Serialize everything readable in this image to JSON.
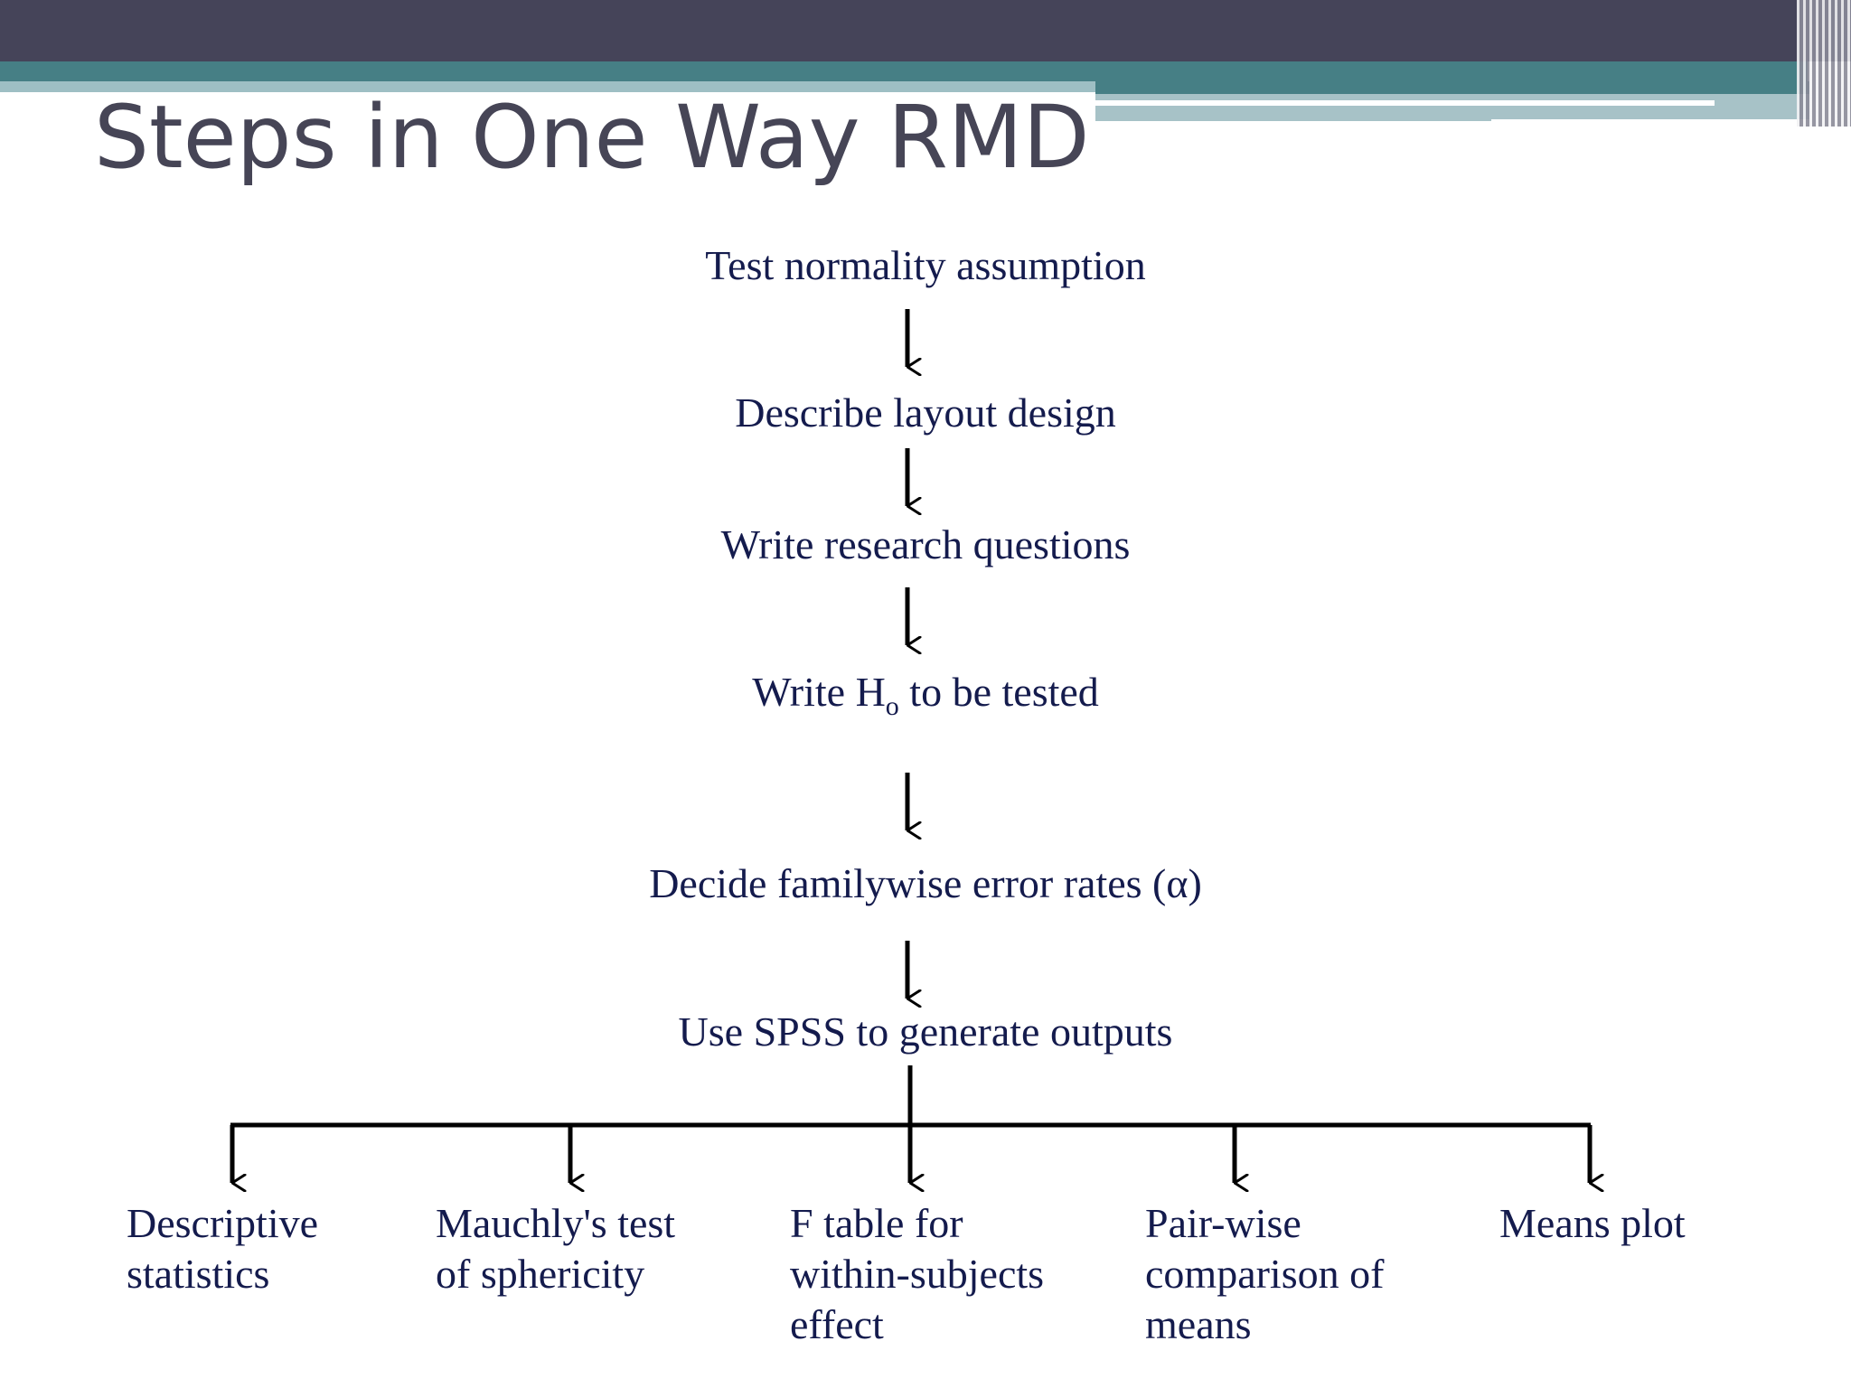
{
  "slide": {
    "title": "Steps in One Way RMD"
  },
  "flowchart": {
    "steps": [
      {
        "label": "Test normality assumption"
      },
      {
        "label": "Describe layout design"
      },
      {
        "label": "Write research questions"
      },
      {
        "prefix": "Write H",
        "subscript": "o",
        "suffix": " to be tested"
      },
      {
        "label": "Decide familywise error rates (α)"
      },
      {
        "label": "Use SPSS to generate outputs"
      }
    ],
    "outputs": [
      {
        "label": "Descriptive\nstatistics"
      },
      {
        "label": "Mauchly's test\nof  sphericity"
      },
      {
        "label": "F table for\nwithin-subjects\neffect"
      },
      {
        "label": "Pair-wise\ncomparison of\nmeans"
      },
      {
        "label": "Means plot"
      }
    ]
  },
  "colors": {
    "header_dark": "#454459",
    "header_teal": "#467f85",
    "header_light": "#9ebfc4",
    "title_text": "#464556",
    "body_text": "#141b4d",
    "arrow": "#000000"
  }
}
